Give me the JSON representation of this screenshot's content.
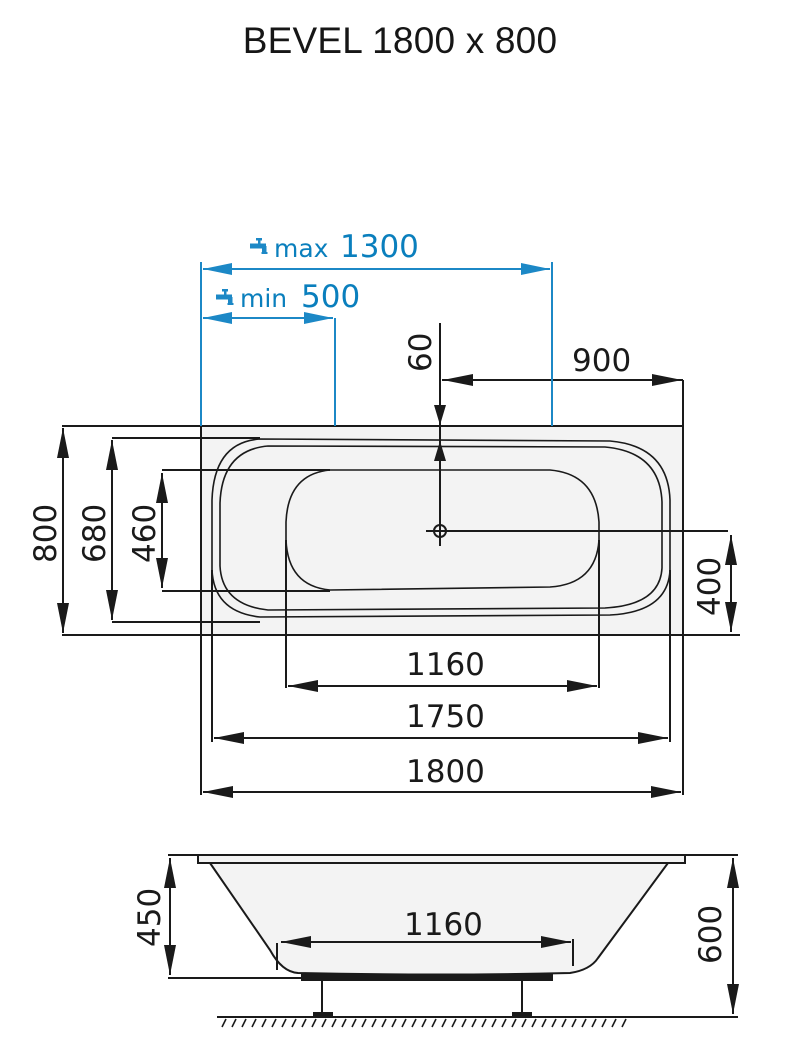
{
  "title": "BEVEL 1800 x 800",
  "colors": {
    "line": "#1a1a1a",
    "tap_dimension": "#1c88c6",
    "tub_fill": "#f3f3f3",
    "background": "#ffffff"
  },
  "tap_positions": {
    "max": {
      "icon": "faucet-icon",
      "label": "max",
      "value": "1300"
    },
    "min": {
      "icon": "faucet-icon",
      "label": "min",
      "value": "500"
    }
  },
  "top_view": {
    "drain_offset_from_rim": "60",
    "drain_from_right_edge": "900",
    "drain_from_bottom_edge": "400",
    "outer_width": "800",
    "inner_rim_width": "680",
    "bottom_width": "460",
    "bottom_length": "1160",
    "inner_length": "1750",
    "outer_length": "1800"
  },
  "side_view": {
    "depth": "450",
    "total_height": "600",
    "bottom_length": "1160"
  }
}
